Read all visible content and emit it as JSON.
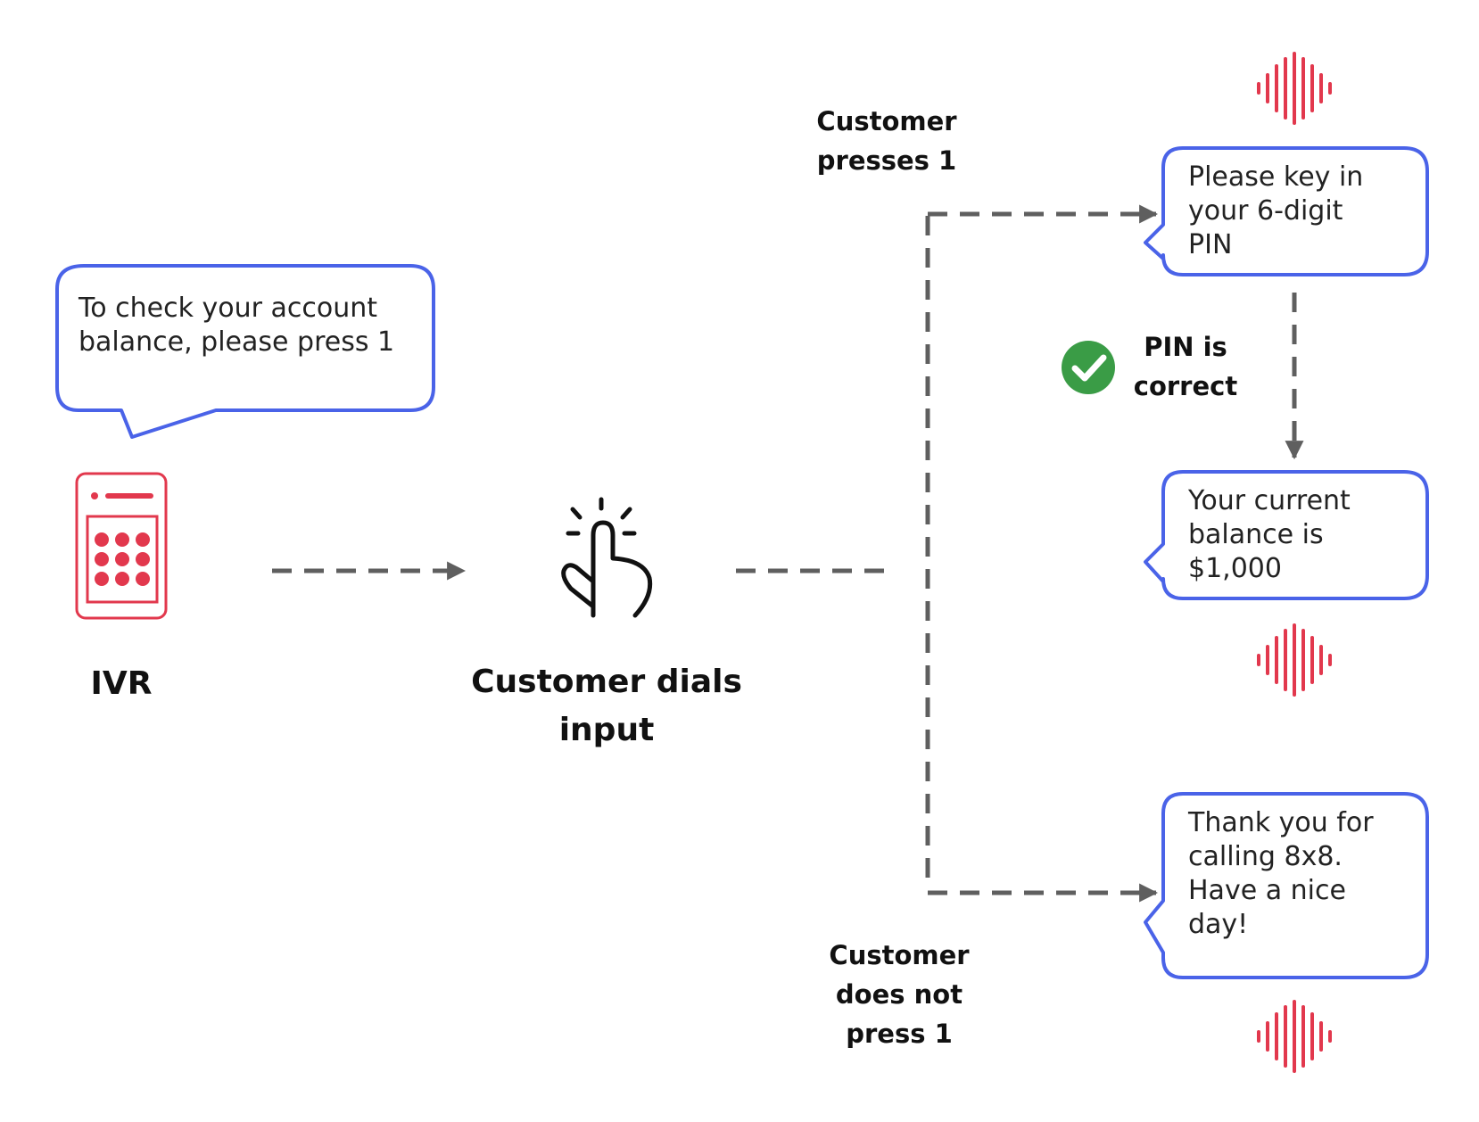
{
  "colors": {
    "bubble_border": "#4a63e8",
    "ivr_red": "#e2384d",
    "arrow_gray": "#5f5f5f",
    "check_green": "#3a9c46",
    "sound_red": "#e2384d"
  },
  "ivr": {
    "prompt": "To check your account\nbalance, please press 1",
    "label": "IVR",
    "icon": "keypad-phone-icon"
  },
  "customer_input": {
    "label": "Customer dials\ninput",
    "icon": "tap-hand-icon"
  },
  "branch_yes": {
    "condition": "Customer\npresses 1"
  },
  "branch_no": {
    "condition": "Customer\ndoes not\npress 1"
  },
  "pin_check": {
    "label": "PIN is\ncorrect",
    "icon": "checkmark-circle-icon"
  },
  "messages": {
    "pin_request": "Please key in\nyour 6-digit\nPIN",
    "balance": "Your current\nbalance is\n$1,000",
    "goodbye": "Thank you for\ncalling 8x8.\nHave a nice\nday!"
  },
  "sound_icon": "sound-wave-icon"
}
